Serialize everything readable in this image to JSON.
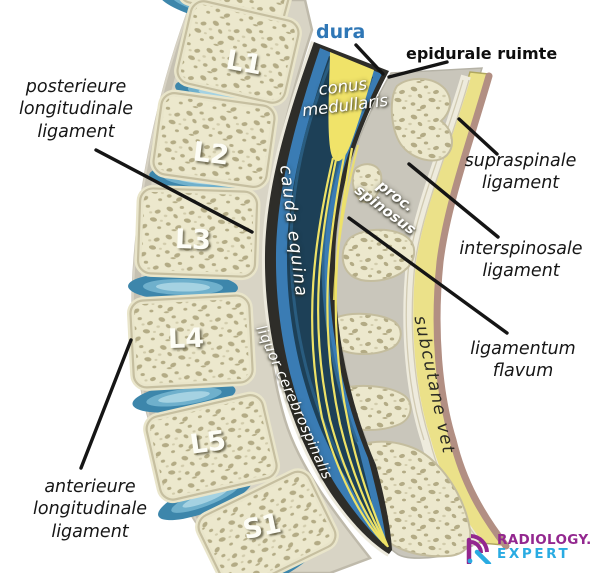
{
  "annotations": {
    "dura": "dura",
    "epidural_space": "epidurale ruimte",
    "posterior_longitudinal_ligament": "posterieure\nlongitudinale\nligament",
    "conus_medullaris": "conus\nmedullaris",
    "supraspinal_ligament": "supraspinale\nligament",
    "proc_spinosus": "proc.\nspinosus",
    "interspinal_ligament": "interspinosale\nligament",
    "cauda_equina": "cauda equina",
    "ligamentum_flavum": "ligamentum\nflavum",
    "liquor_cerebrospinalis": "liquor cerebrospinalis",
    "subcutaneous_fat": "subcutane vet",
    "anterior_longitudinal_ligament": "anterieure\nlongitudinale\nligament"
  },
  "vertebrae": [
    "L1",
    "L2",
    "L3",
    "L4",
    "L5",
    "S1"
  ],
  "logo": {
    "brand_top": "RADIOLOGY.",
    "brand_bottom": "EXPERT"
  },
  "colors": {
    "dura_label_blue": "#2f77b6",
    "bone_cream": "#ece8cd",
    "bone_speckle": "#b3ab85",
    "disc_blue": "#3d86ab",
    "canal_dark_edge": "#2e2d29",
    "dura_blue": "#3a7cb4",
    "csf_navy": "#1d4057",
    "nerve_yellow": "#efe468",
    "fat_yellow": "#ebe189",
    "skin_mauve": "#b28f83",
    "posterior_gray": "#c9c6bb",
    "logo_purple": "#93278f",
    "logo_cyan": "#29abe2"
  }
}
